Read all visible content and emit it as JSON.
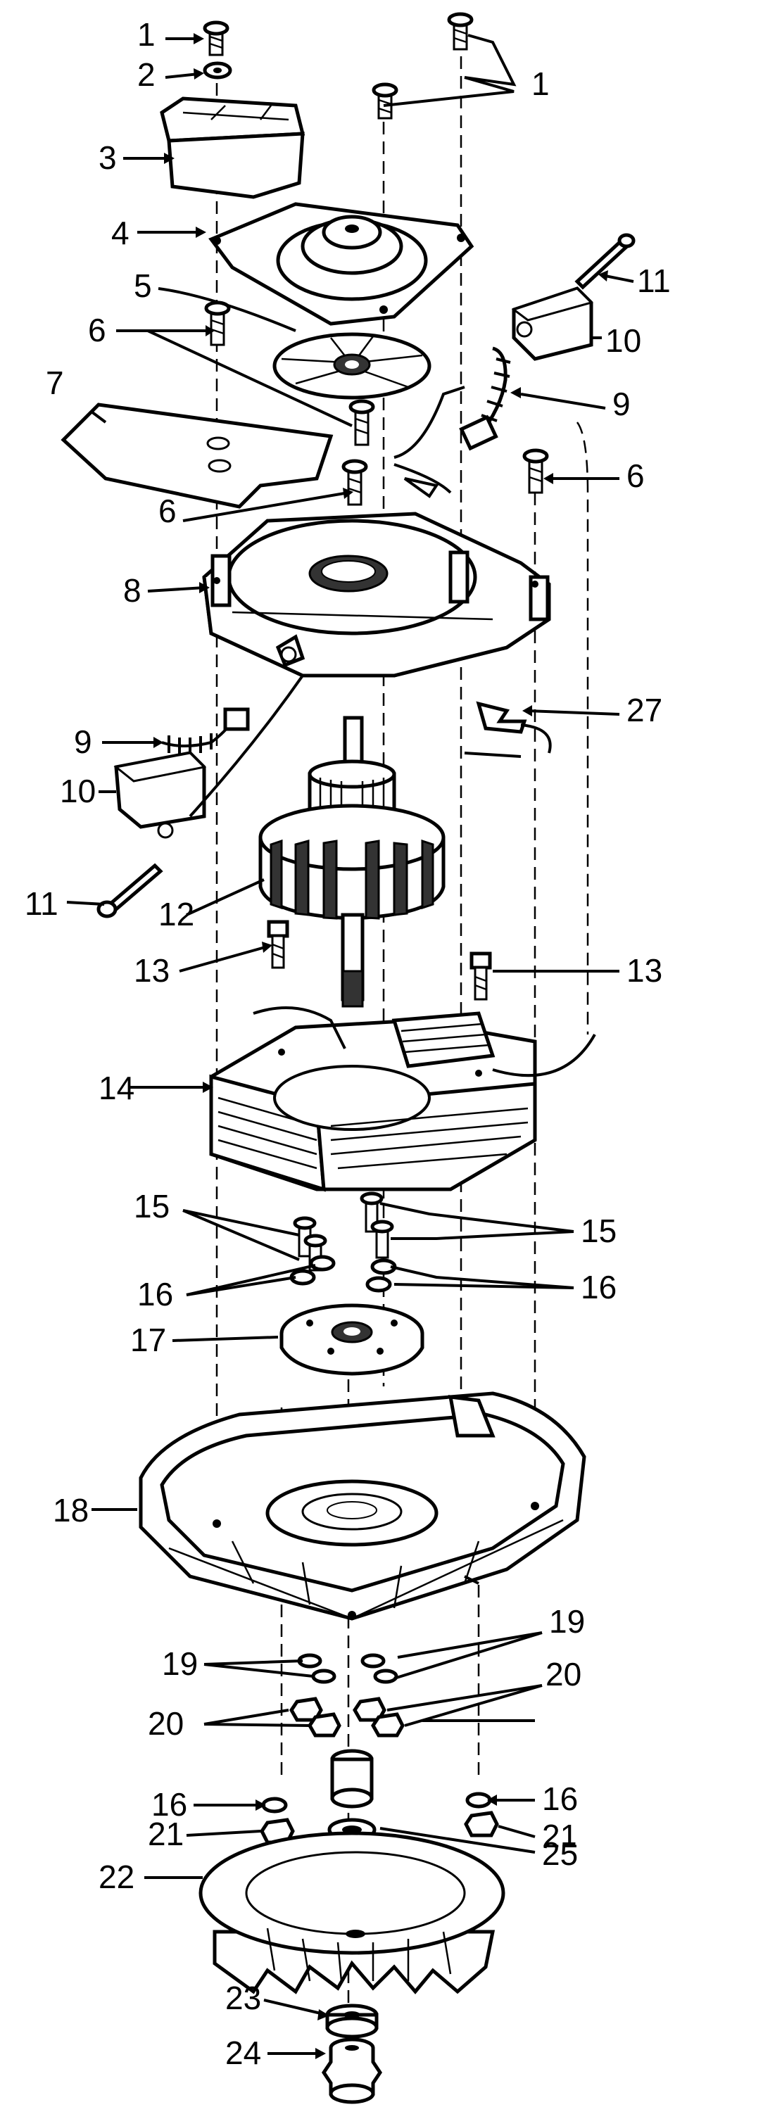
{
  "labels": [
    "1",
    "2",
    "3",
    "4",
    "5",
    "6",
    "7",
    "8",
    "9",
    "10",
    "11",
    "12",
    "13",
    "14",
    "15",
    "16",
    "17",
    "18",
    "19",
    "20",
    "21",
    "22",
    "23",
    "24",
    "25",
    "27"
  ]
}
